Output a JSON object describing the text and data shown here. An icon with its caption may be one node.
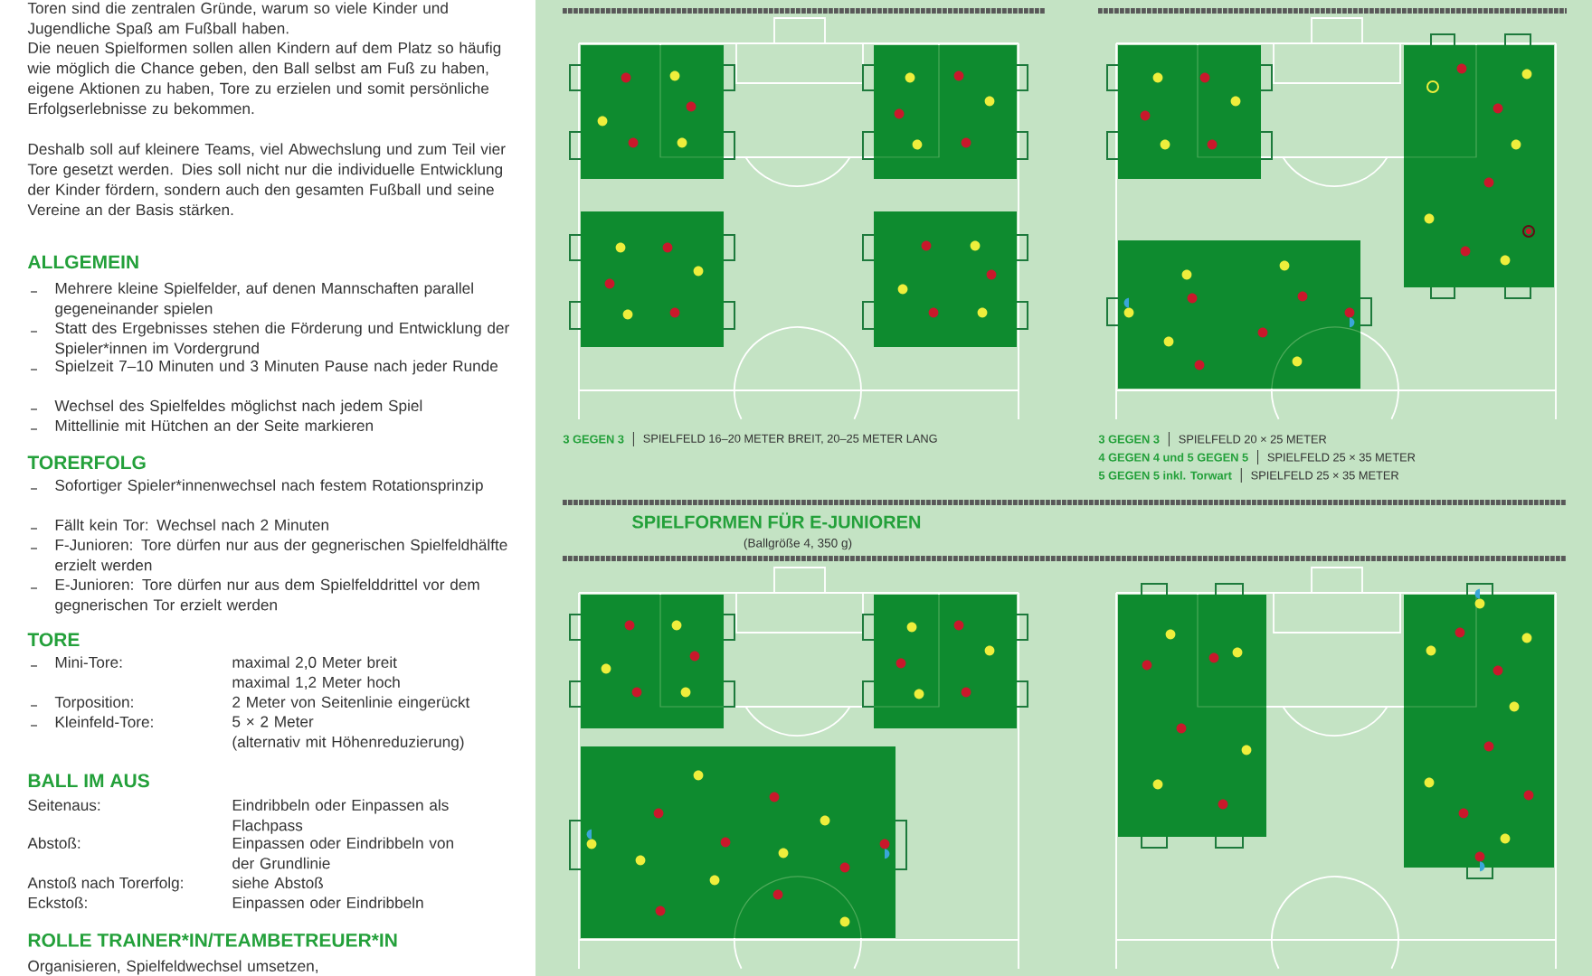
{
  "diagram": {
    "labels": [
      "Toren sind die zentralen Gründe, warum so viele Kinder und Jugendliche Spaß am Fußball haben.",
      "Die neuen Spielformen sollen allen Kindern auf dem Platz so häufig wie möglich die Chance geben, den Ball selbst am Fuß zu haben, eigene Aktionen zu haben, Tore zu erzielen und somit persönliche Erfolgserlebnisse zu bekommen.",
      "Deshalb soll auf kleinere Teams, viel Abwechslung und zum Teil vier Tore gesetzt werden. Dies soll nicht nur die individuelle Entwicklung der Kinder fördern, sondern auch den gesamten Fußball und seine Vereine an der Basis stärken.",
      "ALLGEMEIN",
      "Mehrere kleine Spielfelder, auf denen Mannschaften parallel gegeneinander spielen",
      "Statt des Ergebnisses stehen die Förderung und Entwicklung der Spieler*innen im Vordergrund",
      "Spielzeit 7–10 Minuten und 3 Minuten Pause nach jeder Runde",
      "Wechsel des Spielfeldes möglichst nach jedem Spiel",
      "Mittellinie mit Hütchen an der Seite markieren",
      "TORERFOLG",
      "Sofortiger Spieler*innenwechsel nach festem Rotationsprinzip",
      "Fällt kein Tor: Wechsel nach 2 Minuten",
      "F-Junioren: Tore dürfen nur aus der gegnerischen Spielfeldhälfte erzielt werden",
      "E-Junioren: Tore dürfen nur aus dem Spielfelddrittel vor dem gegnerischen Tor erzielt werden",
      "TORE",
      "Mini-Tore:",
      "maximal 2,0 Meter breit",
      "maximal 1,2 Meter hoch",
      "Torposition:",
      "2 Meter von Seitenlinie eingerückt",
      "Kleinfeld-Tore:",
      "5 × 2 Meter",
      "(alternativ mit Höhenreduzierung)",
      "BALL IM AUS",
      "Seitenaus:",
      "Eindribbeln oder Einpassen als Flachpass",
      "Abstoß:",
      "Einpassen oder Eindribbeln von der Grundlinie",
      "Anstoß nach Torerfolg:",
      "siehe Abstoß",
      "Eckstoß:",
      "Einpassen oder Eindribbeln",
      "ROLLE TRAINER*IN/TEAMBETREUER*IN",
      "Organisieren, Spielfeldwechsel umsetzen,",
      "3 GEGEN 3",
      "SPIELFELD 16–20 METER BREIT, 20–25 METER LANG",
      "3 GEGEN 3",
      "SPIELFELD 20 × 25 METER",
      "4 GEGEN 4 und 5 GEGEN 5",
      "SPIELFELD 25 × 35 METER",
      "5 GEGEN 5 inkl. Torwart",
      "SPIELFELD 25 × 35 METER",
      "SPIELFORMEN FÜR E-JUNIOREN",
      "(Ballgröße 4, 350 g)"
    ]
  }
}
